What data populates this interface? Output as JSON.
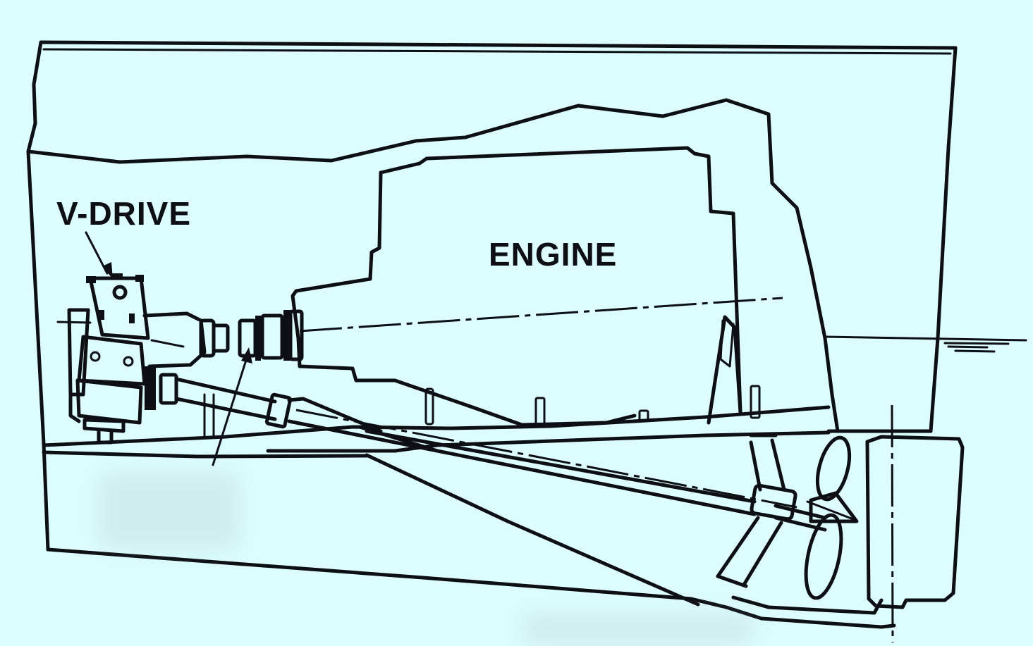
{
  "diagram": {
    "title": "V-drive installation (side view)",
    "labels": {
      "v_drive": "V-DRIVE",
      "engine": "ENGINE"
    },
    "components": [
      {
        "id": "hull",
        "name": "Hull section"
      },
      {
        "id": "engine",
        "name": "Engine"
      },
      {
        "id": "v-drive",
        "name": "V-drive gearbox"
      },
      {
        "id": "coupling",
        "name": "Coupling / drive shaft connection"
      },
      {
        "id": "propeller-shaft",
        "name": "Propeller shaft"
      },
      {
        "id": "strut",
        "name": "Shaft strut"
      },
      {
        "id": "propeller",
        "name": "Propeller"
      },
      {
        "id": "rudder",
        "name": "Rudder"
      },
      {
        "id": "waterline",
        "name": "Waterline"
      }
    ],
    "arrows": [
      {
        "from": "V-DRIVE label",
        "to": "v-drive"
      },
      {
        "from": "unlabeled",
        "to": "coupling"
      }
    ],
    "colors": {
      "background": "#dcfcfd",
      "ink": "#0d0f14"
    }
  }
}
